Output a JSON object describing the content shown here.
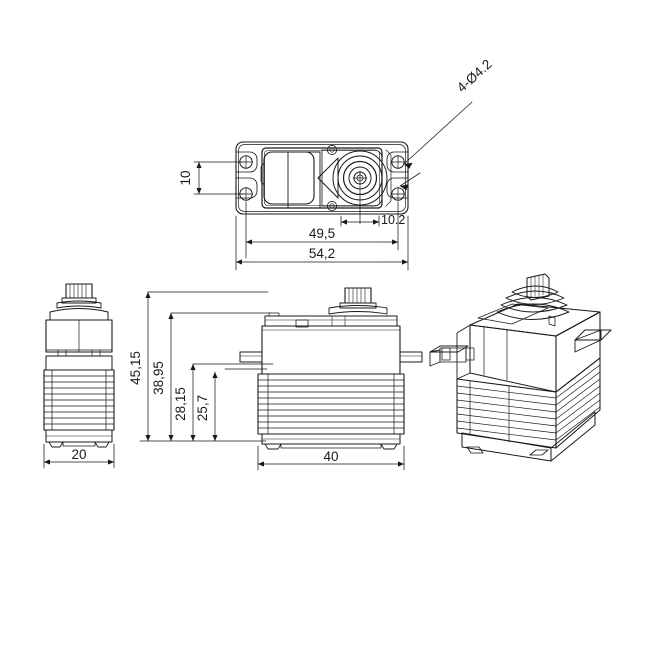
{
  "drawing": {
    "title": "Servo dimensional drawing",
    "background_color": "#ffffff",
    "line_color": "#1a1a1a",
    "units": "mm"
  },
  "views": {
    "top": {
      "name": "top-view"
    },
    "left": {
      "name": "left-side-view"
    },
    "front": {
      "name": "front-view"
    },
    "iso": {
      "name": "isometric-view"
    }
  },
  "dimensions": {
    "hole_spacing": "10",
    "shaft_offset": "10.2",
    "body_length": "49,5",
    "overall_length": "54,2",
    "hole_callout": "4-Ø4.2",
    "overall_height": "45,15",
    "height_38_95": "38,95",
    "height_28_15": "28,15",
    "height_25_7": "25,7",
    "side_width": "20",
    "front_width": "40"
  }
}
